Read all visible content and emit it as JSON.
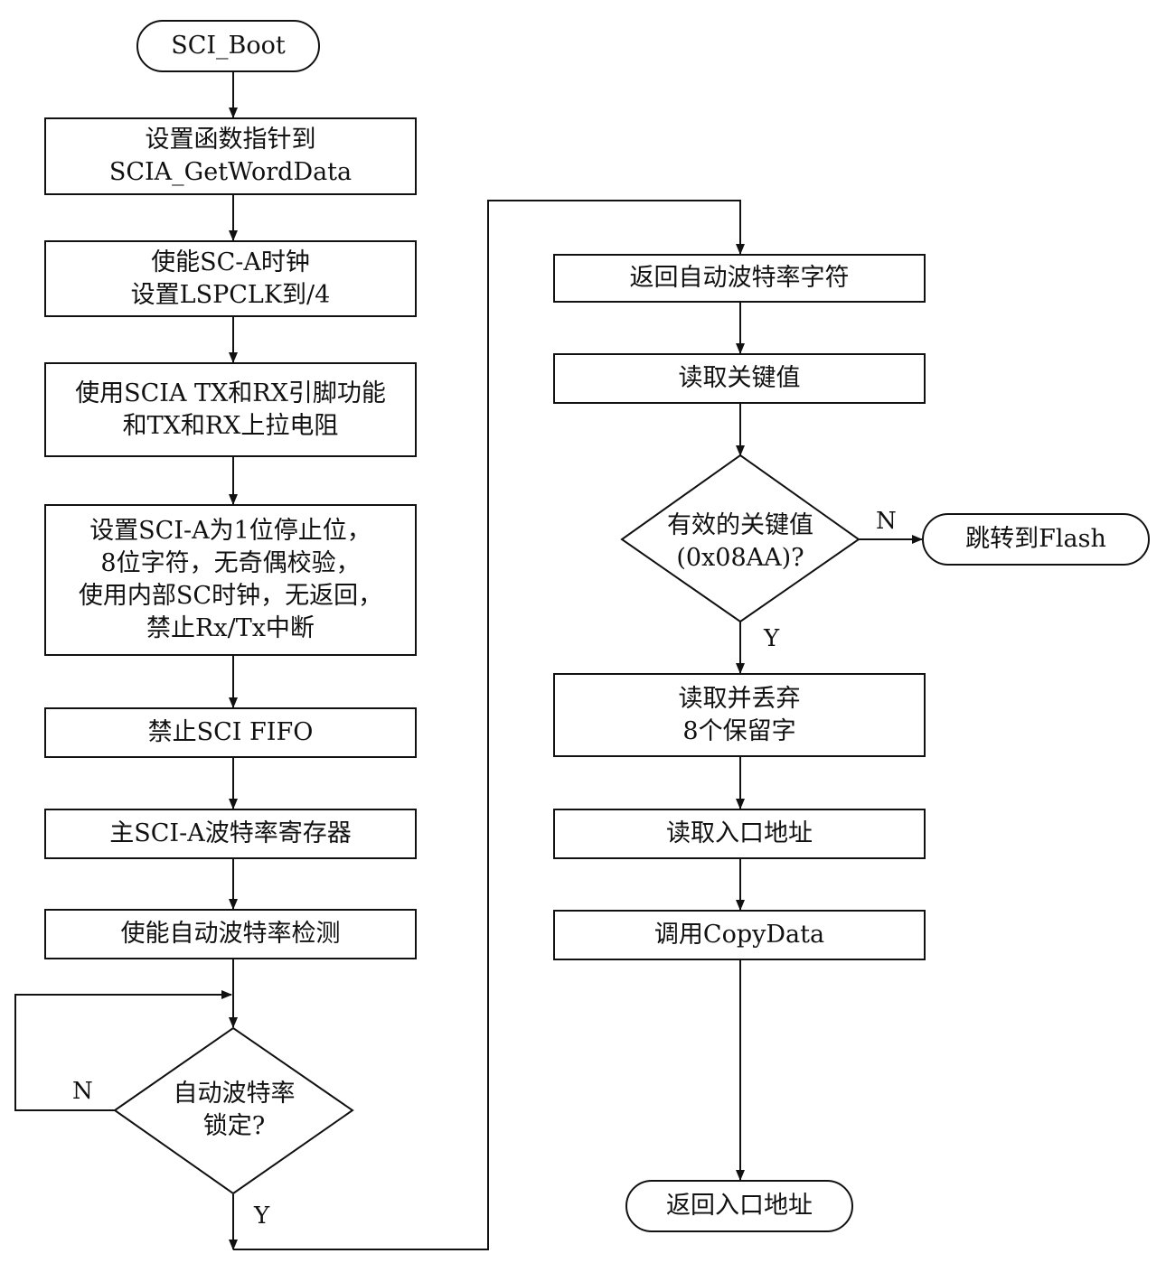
{
  "nodes": {
    "start": "SCI_Boot",
    "set_func_ptr": [
      "设置函数指针到",
      "SCIA_GetWordData"
    ],
    "enable_clock": [
      "使能SC-A时钟",
      "设置LSPCLK到/4"
    ],
    "enable_pins": [
      "使用SCIA TX和RX引脚功能",
      "和TX和RX上拉电阻"
    ],
    "configure_sci": [
      "设置SCI-A为1位停止位，",
      "8位字符，无奇偶校验，",
      "使用内部SC时钟，无返回，",
      "禁止Rx/Tx中断"
    ],
    "disable_fifo": "禁止SCI FIFO",
    "baud_register": "主SCI-A波特率寄存器",
    "enable_autobaud": "使能自动波特率检测",
    "autobaud_locked": [
      "自动波特率",
      "锁定?"
    ],
    "return_autobaud_char": "返回自动波特率字符",
    "read_key": "读取关键值",
    "valid_key": [
      "有效的关键值",
      "(0x08AA)?"
    ],
    "jump_flash": "跳转到Flash",
    "read_reserved": [
      "读取并丢弃",
      "8个保留字"
    ],
    "read_entry": "读取入口地址",
    "call_copydata": "调用CopyData",
    "return_entry": "返回入口地址"
  },
  "labels": {
    "autobaud_no": "N",
    "autobaud_yes": "Y",
    "key_no": "N",
    "key_yes": "Y"
  }
}
